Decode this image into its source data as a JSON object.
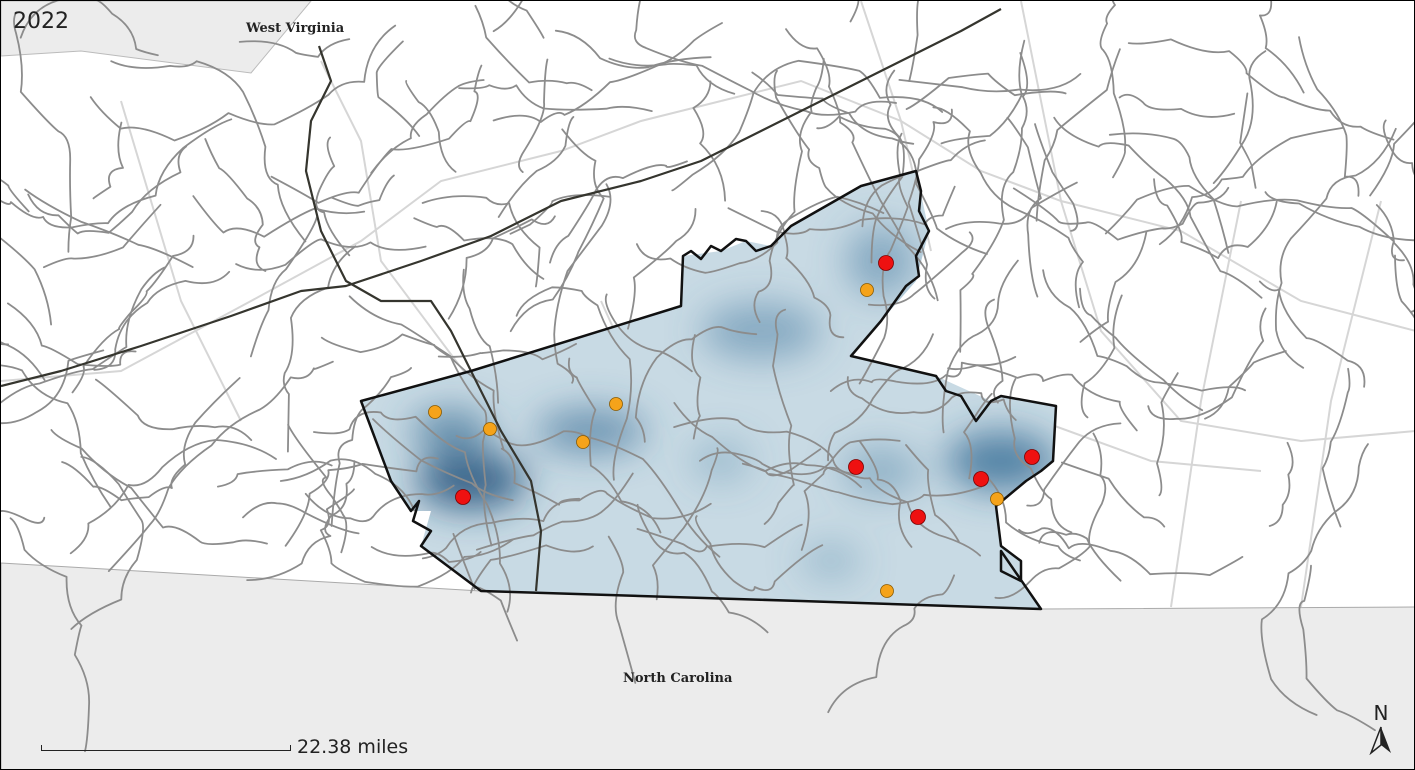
{
  "map": {
    "year_label": "2022",
    "state_labels": {
      "north": "West Virginia",
      "south": "North Carolina"
    },
    "scale_label": "22.38 miles",
    "north_arrow_label": "N",
    "colors": {
      "region_fill": "#c5d8e2",
      "hotspot": "#1f4f7a",
      "region_border": "#111111",
      "road_minor": "#8a8a8a",
      "road_major": "#3a3a34",
      "county_line": "#d4d4d4",
      "out_of_state": "#ececec",
      "marker_red": "#ee1111",
      "marker_orange": "#f5a31a"
    },
    "marker_legend": {
      "red": "red-marker",
      "orange": "orange-marker"
    }
  }
}
